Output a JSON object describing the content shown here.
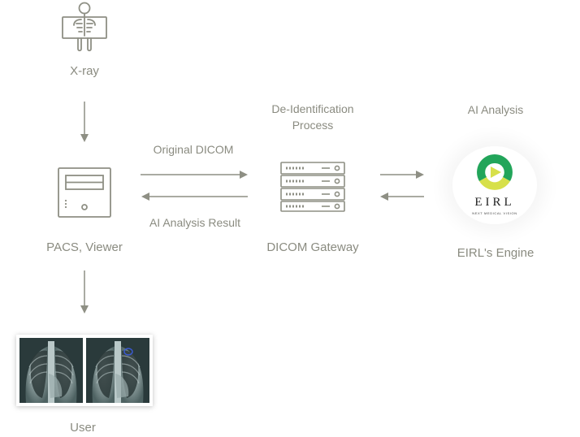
{
  "nodes": {
    "xray": {
      "label": "X-ray"
    },
    "pacs": {
      "label": "PACS, Viewer"
    },
    "gateway": {
      "label": "DICOM Gateway",
      "caption": "De-Identification\nProcess"
    },
    "engine": {
      "label": "EIRL's Engine",
      "caption": "AI Analysis"
    },
    "user": {
      "label": "User"
    }
  },
  "edges": {
    "original_dicom": {
      "label": "Original DICOM"
    },
    "ai_result": {
      "label": "AI Analysis Result"
    }
  },
  "logo": {
    "wordmark": "EIRL",
    "tagline": "NEXT MEDICAL VISION"
  },
  "colors": {
    "stroke": "#8e8f84",
    "text": "#8a8b80",
    "logo_green": "#22a55a",
    "logo_yellow": "#d7e04a"
  }
}
